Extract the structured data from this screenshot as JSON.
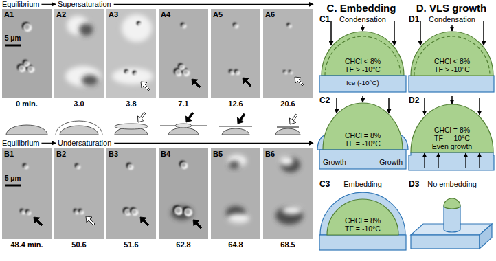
{
  "diagram": {
    "nodes": [
      {
        "text": [
          "CHCl < 8%",
          "TF > -10°C"
        ]
      },
      {
        "text": [
          "Ice (-10°C)"
        ]
      },
      {
        "text": [
          "CHCl = 8%",
          "TF = -10°C"
        ]
      },
      {
        "text": [
          "Growth",
          "Growth"
        ]
      },
      {
        "text": [
          "CHCl = 8%",
          "TF = -10°C"
        ]
      },
      {
        "text": [
          "CHCl < 8%",
          "TF > -10°C"
        ]
      },
      {
        "text": [
          "CHCl = 8%",
          "TF = -10°C",
          "Even growth"
        ]
      }
    ],
    "labels": [
      "Equilibrium",
      "Supersaturation",
      "A1",
      "A2",
      "A3",
      "A4",
      "A5",
      "A6",
      "5 μm",
      "0 min.",
      "3.0",
      "3.8",
      "7.1",
      "12.6",
      "20.6",
      "Equilibrium",
      "Undersaturation",
      "B1",
      "B2",
      "B3",
      "B4",
      "B5",
      "B6",
      "5 μm",
      "48.4 min.",
      "50.6",
      "51.6",
      "62.8",
      "64.8",
      "68.5",
      "C. Embedding",
      "D. VLS growth",
      "C1",
      "Condensation",
      "C2",
      "C3",
      "Embedding",
      "D1",
      "Condensation",
      "D2",
      "D3",
      "No embedding"
    ]
  }
}
